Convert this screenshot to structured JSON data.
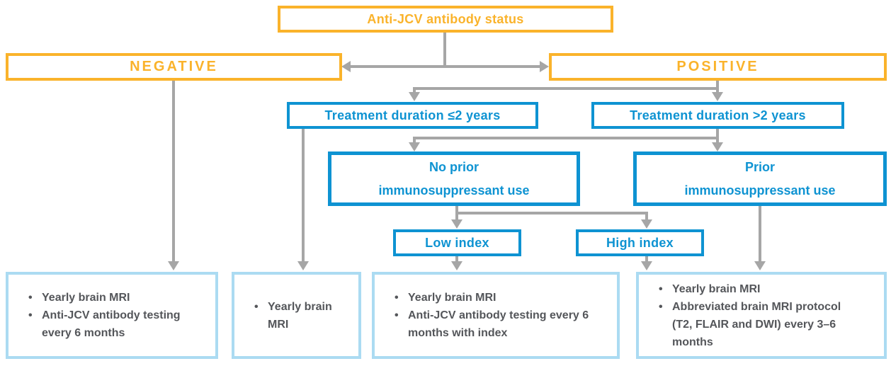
{
  "colors": {
    "orange": "#FAB32B",
    "blue": "#0E93D2",
    "light_blue": "#ABDBF2",
    "arrow_gray": "#A6A6A6",
    "text_gray": "#54565A",
    "background": "#FFFFFF"
  },
  "nodes": {
    "root": {
      "label": "Anti-JCV antibody status"
    },
    "negative": {
      "label": "NEGATIVE"
    },
    "positive": {
      "label": "POSITIVE"
    },
    "treatment_le2": {
      "label": "Treatment duration ≤2 years"
    },
    "treatment_gt2": {
      "label": "Treatment duration >2 years"
    },
    "no_prior_immunosuppressant": {
      "line1": "No prior",
      "line2": "immunosuppressant use"
    },
    "prior_immunosuppressant": {
      "line1": "Prior",
      "line2": "immunosuppressant use"
    },
    "low_index": {
      "label": "Low index"
    },
    "high_index": {
      "label": "High index"
    }
  },
  "outcomes": {
    "negative": {
      "bullets": [
        "Yearly brain MRI",
        "Anti-JCV antibody testing every 6 months"
      ]
    },
    "treatment_le2": {
      "bullets": [
        "Yearly brain MRI"
      ]
    },
    "low_index": {
      "bullets": [
        "Yearly brain MRI",
        "Anti-JCV antibody testing every 6 months with index"
      ]
    },
    "high_index_or_prior": {
      "bullets": [
        "Yearly brain MRI",
        "Abbreviated brain MRI protocol (T2, FLAIR and DWI) every 3–6 months"
      ]
    }
  }
}
